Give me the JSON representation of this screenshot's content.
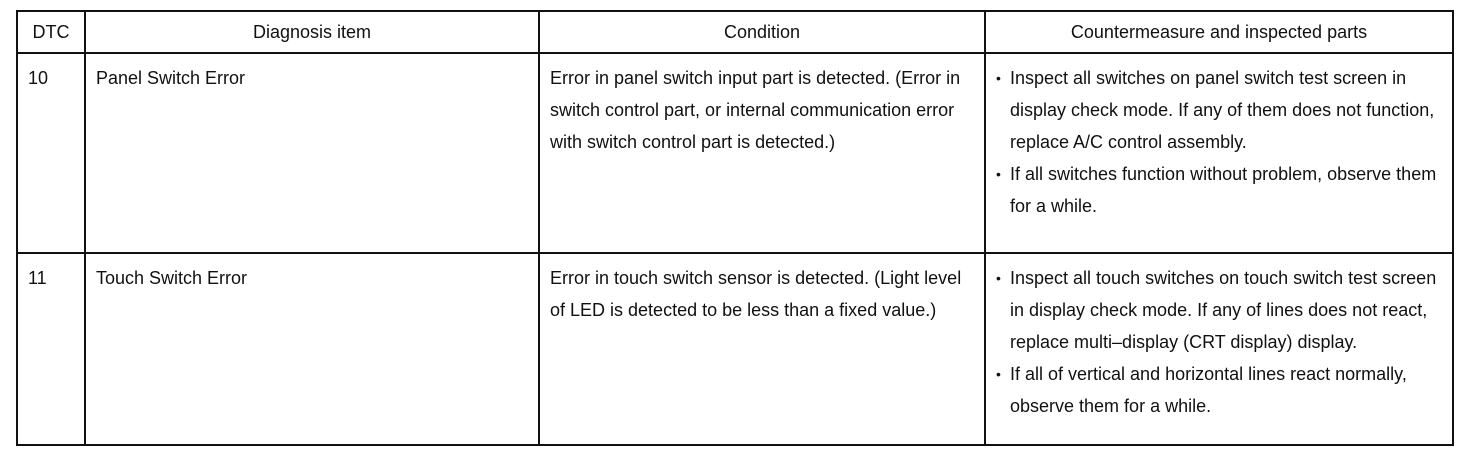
{
  "table": {
    "headers": {
      "dtc": "DTC",
      "diagnosis": "Diagnosis item",
      "condition": "Condition",
      "countermeasure": "Countermeasure and inspected parts"
    },
    "rows": [
      {
        "dtc": "10",
        "diagnosis": "Panel Switch Error",
        "condition": "Error in panel switch input part is detected. (Error in switch control part, or internal communication error with switch control part is detected.)",
        "countermeasures": [
          "Inspect all switches on panel switch test screen in display check mode. If any of them does not function, replace A/C control assembly.",
          "If all switches function without problem, observe them for a while."
        ]
      },
      {
        "dtc": "11",
        "diagnosis": "Touch Switch Error",
        "condition": "Error in touch switch sensor is detected. (Light level  of LED is detected to be less than a fixed value.)",
        "countermeasures": [
          "Inspect all touch switches on touch switch test screen in display check mode. If any of lines does not react, replace multi–display (CRT display) display.",
          "If all of vertical and horizontal lines react normally, observe them for a while."
        ]
      }
    ]
  },
  "bullet_glyph": "•"
}
